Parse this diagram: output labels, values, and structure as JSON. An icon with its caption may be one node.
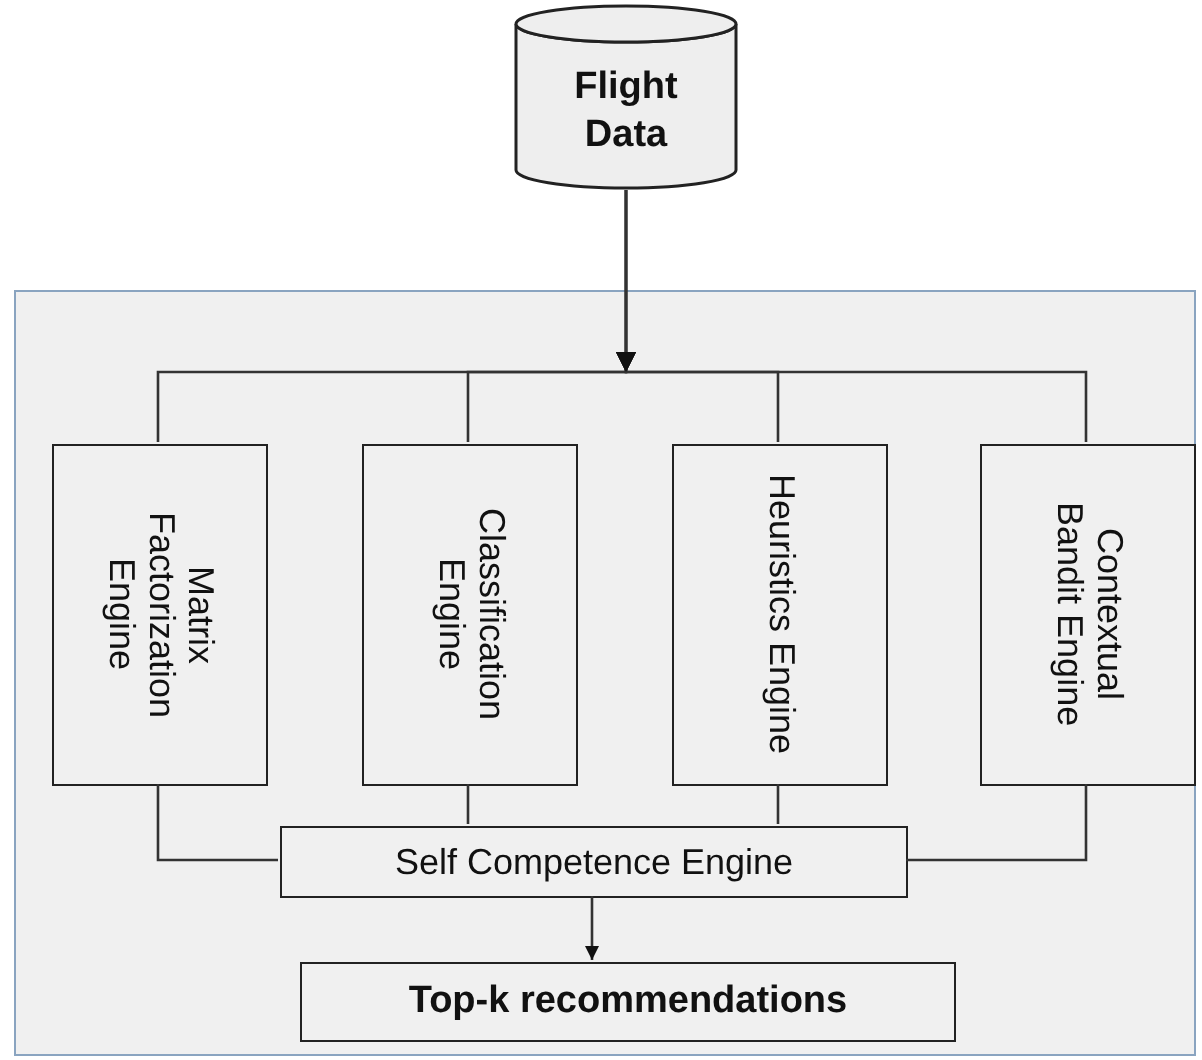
{
  "diagram": {
    "nodes": [
      {
        "text": [
          "Flight Data"
        ]
      },
      {
        "text": [],
        "shape": "box"
      },
      {
        "text": [
          "Matrix Factorization Engine"
        ],
        "in": 1
      },
      {
        "text": [
          "Classification Engine"
        ],
        "in": 1
      },
      {
        "text": [
          "Heuristics Engine"
        ],
        "in": 1
      },
      {
        "text": [
          "Contextual Bandit Engine"
        ],
        "in": 1
      },
      {
        "text": [
          "Self Competence Engine"
        ],
        "in": 1
      },
      {
        "text": [
          "Top-k recommendations"
        ],
        "in": 1
      }
    ],
    "edges": [
      {
        "from": 0,
        "to": 2,
        "arrow": "to"
      },
      {
        "from": 0,
        "to": 3,
        "arrow": "to"
      },
      {
        "from": 0,
        "to": 4,
        "arrow": "to"
      },
      {
        "from": 0,
        "to": 5,
        "arrow": "to"
      },
      {
        "from": 2,
        "to": 6,
        "arrow": "none"
      },
      {
        "from": 3,
        "to": 6,
        "arrow": "none"
      },
      {
        "from": 4,
        "to": 6,
        "arrow": "none"
      },
      {
        "from": 5,
        "to": 6,
        "arrow": "none"
      },
      {
        "from": 6,
        "to": 7,
        "arrow": "to"
      }
    ]
  }
}
